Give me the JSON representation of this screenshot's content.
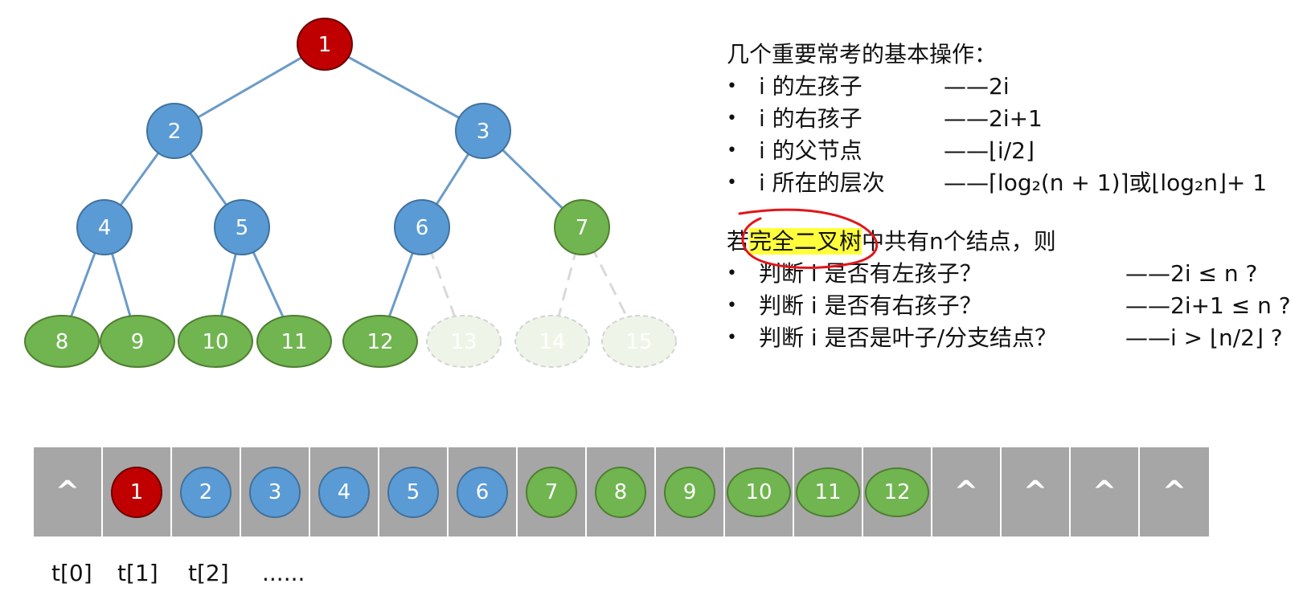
{
  "colors": {
    "red": "#c00000",
    "blue": "#5b9bd5",
    "green": "#70b550",
    "edge": "#6a9bc9",
    "ghost_fill": "#eef5e8",
    "highlight": "#ffff3c",
    "annotation": "#e0161b"
  },
  "tree": {
    "nodes": [
      {
        "id": 1,
        "label": "1",
        "color": "red"
      },
      {
        "id": 2,
        "label": "2",
        "color": "blue"
      },
      {
        "id": 3,
        "label": "3",
        "color": "blue"
      },
      {
        "id": 4,
        "label": "4",
        "color": "blue"
      },
      {
        "id": 5,
        "label": "5",
        "color": "blue"
      },
      {
        "id": 6,
        "label": "6",
        "color": "blue"
      },
      {
        "id": 7,
        "label": "7",
        "color": "green"
      },
      {
        "id": 8,
        "label": "8",
        "color": "green"
      },
      {
        "id": 9,
        "label": "9",
        "color": "green"
      },
      {
        "id": 10,
        "label": "10",
        "color": "green"
      },
      {
        "id": 11,
        "label": "11",
        "color": "green"
      },
      {
        "id": 12,
        "label": "12",
        "color": "green"
      },
      {
        "id": 13,
        "label": "13",
        "color": "ghost"
      },
      {
        "id": 14,
        "label": "14",
        "color": "ghost"
      },
      {
        "id": 15,
        "label": "15",
        "color": "ghost"
      }
    ],
    "edges": [
      {
        "from": 1,
        "to": 2,
        "style": "solid"
      },
      {
        "from": 1,
        "to": 3,
        "style": "solid"
      },
      {
        "from": 2,
        "to": 4,
        "style": "solid"
      },
      {
        "from": 2,
        "to": 5,
        "style": "solid"
      },
      {
        "from": 3,
        "to": 6,
        "style": "solid"
      },
      {
        "from": 3,
        "to": 7,
        "style": "solid"
      },
      {
        "from": 4,
        "to": 8,
        "style": "solid"
      },
      {
        "from": 4,
        "to": 9,
        "style": "solid"
      },
      {
        "from": 5,
        "to": 10,
        "style": "solid"
      },
      {
        "from": 5,
        "to": 11,
        "style": "solid"
      },
      {
        "from": 6,
        "to": 12,
        "style": "solid"
      },
      {
        "from": 6,
        "to": 13,
        "style": "dashed"
      },
      {
        "from": 7,
        "to": 14,
        "style": "dashed"
      },
      {
        "from": 7,
        "to": 15,
        "style": "dashed"
      }
    ]
  },
  "ops": {
    "heading": "几个重要常考的基本操作：",
    "items": [
      {
        "bullet": "•",
        "desc": "i 的左孩子",
        "val": "——2i"
      },
      {
        "bullet": "•",
        "desc": "i 的右孩子",
        "val": "——2i+1"
      },
      {
        "bullet": "•",
        "desc": "i 的父节点",
        "val": "——⌊i/2⌋"
      },
      {
        "bullet": "•",
        "desc": "i 所在的层次",
        "val": "——⌈log₂(n + 1)⌉或⌊log₂n⌋+ 1"
      }
    ]
  },
  "cond": {
    "heading_pre": "若",
    "heading_hl": "完全二叉树",
    "heading_post": "中共有n个结点，则",
    "items": [
      {
        "bullet": "•",
        "desc": "判断 i 是否有左孩子？",
        "val": "——2i ≤ n ?"
      },
      {
        "bullet": "•",
        "desc": "判断 i 是否有右孩子？",
        "val": "——2i+1 ≤ n ?"
      },
      {
        "bullet": "•",
        "desc": "判断 i 是否是叶子/分支结点？",
        "val": "——i > ⌊n/2⌋ ?"
      }
    ]
  },
  "array": {
    "cells": [
      {
        "kind": "empty",
        "label": "^"
      },
      {
        "kind": "node",
        "label": "1",
        "color": "red"
      },
      {
        "kind": "node",
        "label": "2",
        "color": "blue"
      },
      {
        "kind": "node",
        "label": "3",
        "color": "blue"
      },
      {
        "kind": "node",
        "label": "4",
        "color": "blue"
      },
      {
        "kind": "node",
        "label": "5",
        "color": "blue"
      },
      {
        "kind": "node",
        "label": "6",
        "color": "blue"
      },
      {
        "kind": "node",
        "label": "7",
        "color": "green"
      },
      {
        "kind": "node",
        "label": "8",
        "color": "green"
      },
      {
        "kind": "node",
        "label": "9",
        "color": "green"
      },
      {
        "kind": "node",
        "label": "10",
        "color": "green"
      },
      {
        "kind": "node",
        "label": "11",
        "color": "green"
      },
      {
        "kind": "node",
        "label": "12",
        "color": "green"
      },
      {
        "kind": "empty",
        "label": "^"
      },
      {
        "kind": "empty",
        "label": "^"
      },
      {
        "kind": "empty",
        "label": "^"
      },
      {
        "kind": "empty",
        "label": "^"
      }
    ],
    "index_labels": [
      "t[0]",
      "t[1]",
      "t[2]",
      "......"
    ]
  }
}
